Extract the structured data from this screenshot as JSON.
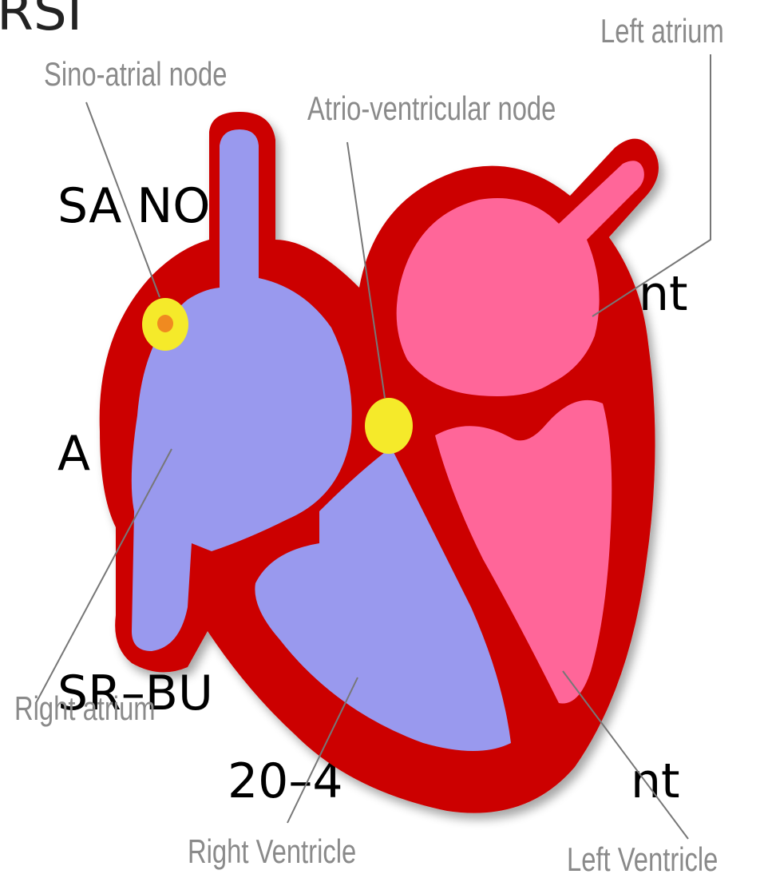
{
  "slide": {
    "title_fragment": "RSI",
    "lines": {
      "sa_node": "SA NODE",
      "line2_end": "nt",
      "av_start": "A",
      "sr_bu": "SR–BU",
      "range": "20–4",
      "line6_end": "nt"
    }
  },
  "diagram": {
    "labels": {
      "left_atrium": "Left atrium",
      "sa_node": "Sino-atrial node",
      "av_node": "Atrio-ventricular node",
      "right_atrium": "Right atrium",
      "right_ventricle": "Right Ventricle",
      "left_ventricle": "Left Ventricle"
    },
    "colors": {
      "muscle": "#cc0000",
      "deoxygenated": "#9999ee",
      "oxygenated": "#ff6699",
      "node": "#f5ea2a",
      "node_core": "#f08a20",
      "leader": "#777777"
    }
  }
}
